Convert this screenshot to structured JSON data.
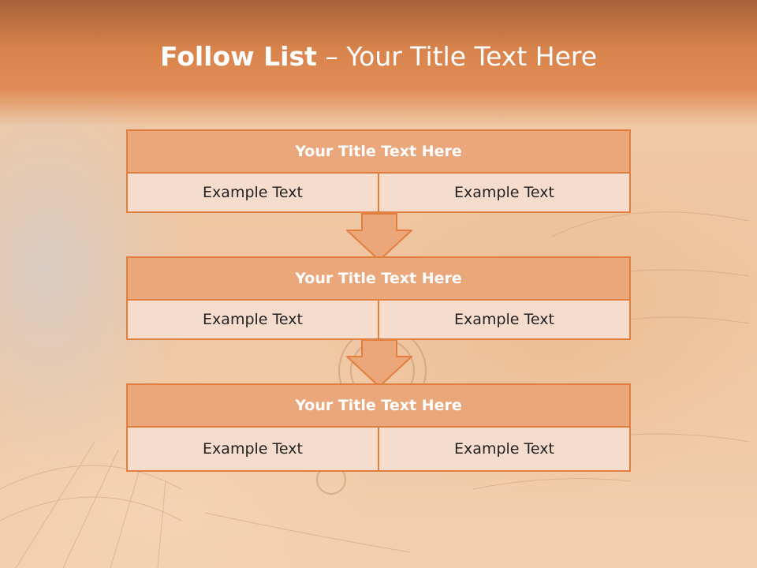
{
  "title": {
    "bold": "Follow List",
    "rest": " – Your Title Text Here"
  },
  "blocks": [
    {
      "title": "Your Title Text Here",
      "left": "Example Text",
      "right": "Example Text"
    },
    {
      "title": "Your Title Text Here",
      "left": "Example Text",
      "right": "Example Text"
    },
    {
      "title": "Your Title Text Here",
      "left": "Example Text",
      "right": "Example Text"
    }
  ],
  "colors": {
    "accent": "#e07f3f",
    "header_fill": "#e9a77b",
    "cell_fill": "#f6dccd",
    "header_band": "#d9844c"
  }
}
